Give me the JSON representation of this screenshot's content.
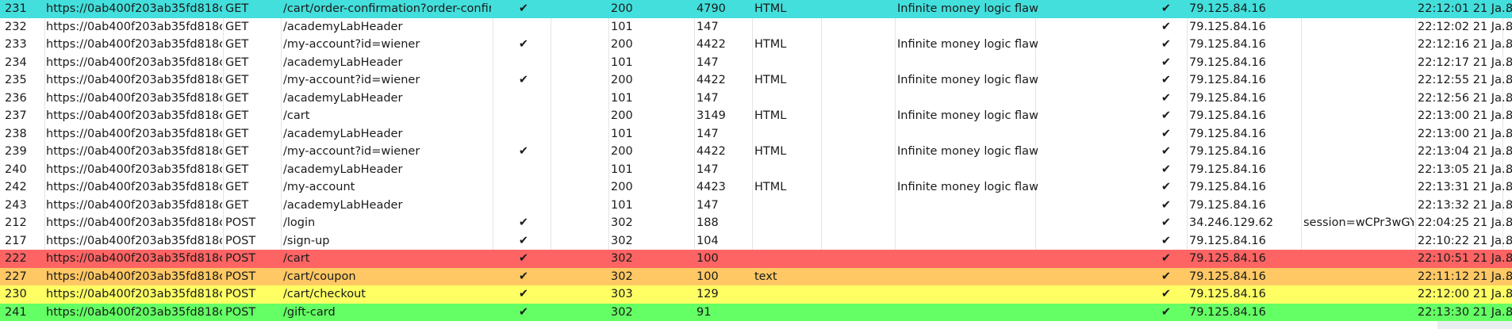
{
  "colors": {
    "highlight_cyan": "#43dfdc",
    "highlight_red": "#fe6464",
    "highlight_orange": "#ffc864",
    "highlight_yellow": "#ffff64",
    "highlight_green": "#64ff64"
  },
  "check_icon": "checkmark-icon",
  "rows": [
    {
      "num": "231",
      "host": "https://0ab400f203ab35fd818cb...",
      "method": "GET",
      "url": "/cart/order-confirmation?order-confir...",
      "params": "✔",
      "status": "200",
      "length": "4790",
      "mime": "HTML",
      "title": "Infinite money logic flaw",
      "tls": "✔",
      "ip": "79.125.84.16",
      "cookies": "",
      "time": "22:12:01 21 Ja...",
      "port": "8",
      "highlight": "#43dfdc"
    },
    {
      "num": "232",
      "host": "https://0ab400f203ab35fd818cb...",
      "method": "GET",
      "url": "/academyLabHeader",
      "params": "",
      "status": "101",
      "length": "147",
      "mime": "",
      "title": "",
      "tls": "✔",
      "ip": "79.125.84.16",
      "cookies": "",
      "time": "22:12:02 21 Ja...",
      "port": "8",
      "highlight": ""
    },
    {
      "num": "233",
      "host": "https://0ab400f203ab35fd818cb...",
      "method": "GET",
      "url": "/my-account?id=wiener",
      "params": "✔",
      "status": "200",
      "length": "4422",
      "mime": "HTML",
      "title": "Infinite money logic flaw",
      "tls": "✔",
      "ip": "79.125.84.16",
      "cookies": "",
      "time": "22:12:16 21 Ja...",
      "port": "8",
      "highlight": ""
    },
    {
      "num": "234",
      "host": "https://0ab400f203ab35fd818cb...",
      "method": "GET",
      "url": "/academyLabHeader",
      "params": "",
      "status": "101",
      "length": "147",
      "mime": "",
      "title": "",
      "tls": "✔",
      "ip": "79.125.84.16",
      "cookies": "",
      "time": "22:12:17 21 Ja...",
      "port": "8",
      "highlight": ""
    },
    {
      "num": "235",
      "host": "https://0ab400f203ab35fd818cb...",
      "method": "GET",
      "url": "/my-account?id=wiener",
      "params": "✔",
      "status": "200",
      "length": "4422",
      "mime": "HTML",
      "title": "Infinite money logic flaw",
      "tls": "✔",
      "ip": "79.125.84.16",
      "cookies": "",
      "time": "22:12:55 21 Ja...",
      "port": "8",
      "highlight": ""
    },
    {
      "num": "236",
      "host": "https://0ab400f203ab35fd818cb...",
      "method": "GET",
      "url": "/academyLabHeader",
      "params": "",
      "status": "101",
      "length": "147",
      "mime": "",
      "title": "",
      "tls": "✔",
      "ip": "79.125.84.16",
      "cookies": "",
      "time": "22:12:56 21 Ja...",
      "port": "8",
      "highlight": ""
    },
    {
      "num": "237",
      "host": "https://0ab400f203ab35fd818cb...",
      "method": "GET",
      "url": "/cart",
      "params": "",
      "status": "200",
      "length": "3149",
      "mime": "HTML",
      "title": "Infinite money logic flaw",
      "tls": "✔",
      "ip": "79.125.84.16",
      "cookies": "",
      "time": "22:13:00 21 Ja...",
      "port": "8",
      "highlight": ""
    },
    {
      "num": "238",
      "host": "https://0ab400f203ab35fd818cb...",
      "method": "GET",
      "url": "/academyLabHeader",
      "params": "",
      "status": "101",
      "length": "147",
      "mime": "",
      "title": "",
      "tls": "✔",
      "ip": "79.125.84.16",
      "cookies": "",
      "time": "22:13:00 21 Ja...",
      "port": "8",
      "highlight": ""
    },
    {
      "num": "239",
      "host": "https://0ab400f203ab35fd818cb...",
      "method": "GET",
      "url": "/my-account?id=wiener",
      "params": "✔",
      "status": "200",
      "length": "4422",
      "mime": "HTML",
      "title": "Infinite money logic flaw",
      "tls": "✔",
      "ip": "79.125.84.16",
      "cookies": "",
      "time": "22:13:04 21 Ja...",
      "port": "8",
      "highlight": ""
    },
    {
      "num": "240",
      "host": "https://0ab400f203ab35fd818cb...",
      "method": "GET",
      "url": "/academyLabHeader",
      "params": "",
      "status": "101",
      "length": "147",
      "mime": "",
      "title": "",
      "tls": "✔",
      "ip": "79.125.84.16",
      "cookies": "",
      "time": "22:13:05 21 Ja...",
      "port": "8",
      "highlight": ""
    },
    {
      "num": "242",
      "host": "https://0ab400f203ab35fd818cb...",
      "method": "GET",
      "url": "/my-account",
      "params": "",
      "status": "200",
      "length": "4423",
      "mime": "HTML",
      "title": "Infinite money logic flaw",
      "tls": "✔",
      "ip": "79.125.84.16",
      "cookies": "",
      "time": "22:13:31 21 Ja...",
      "port": "8",
      "highlight": ""
    },
    {
      "num": "243",
      "host": "https://0ab400f203ab35fd818cb...",
      "method": "GET",
      "url": "/academyLabHeader",
      "params": "",
      "status": "101",
      "length": "147",
      "mime": "",
      "title": "",
      "tls": "✔",
      "ip": "79.125.84.16",
      "cookies": "",
      "time": "22:13:32 21 Ja...",
      "port": "8",
      "highlight": ""
    },
    {
      "num": "212",
      "host": "https://0ab400f203ab35fd818cb...",
      "method": "POST",
      "url": "/login",
      "params": "✔",
      "status": "302",
      "length": "188",
      "mime": "",
      "title": "",
      "tls": "✔",
      "ip": "34.246.129.62",
      "cookies": "session=wCPr3wGY...",
      "time": "22:04:25 21 Ja...",
      "port": "8",
      "highlight": ""
    },
    {
      "num": "217",
      "host": "https://0ab400f203ab35fd818cb...",
      "method": "POST",
      "url": "/sign-up",
      "params": "✔",
      "status": "302",
      "length": "104",
      "mime": "",
      "title": "",
      "tls": "✔",
      "ip": "79.125.84.16",
      "cookies": "",
      "time": "22:10:22 21 Ja...",
      "port": "8",
      "highlight": ""
    },
    {
      "num": "222",
      "host": "https://0ab400f203ab35fd818cb...",
      "method": "POST",
      "url": "/cart",
      "params": "✔",
      "status": "302",
      "length": "100",
      "mime": "",
      "title": "",
      "tls": "✔",
      "ip": "79.125.84.16",
      "cookies": "",
      "time": "22:10:51 21 Ja...",
      "port": "8",
      "highlight": "#fe6464"
    },
    {
      "num": "227",
      "host": "https://0ab400f203ab35fd818cb...",
      "method": "POST",
      "url": "/cart/coupon",
      "params": "✔",
      "status": "302",
      "length": "100",
      "mime": "text",
      "title": "",
      "tls": "✔",
      "ip": "79.125.84.16",
      "cookies": "",
      "time": "22:11:12 21 Ja...",
      "port": "8",
      "highlight": "#ffc864"
    },
    {
      "num": "230",
      "host": "https://0ab400f203ab35fd818cb...",
      "method": "POST",
      "url": "/cart/checkout",
      "params": "✔",
      "status": "303",
      "length": "129",
      "mime": "",
      "title": "",
      "tls": "✔",
      "ip": "79.125.84.16",
      "cookies": "",
      "time": "22:12:00 21 Ja...",
      "port": "8",
      "highlight": "#ffff64"
    },
    {
      "num": "241",
      "host": "https://0ab400f203ab35fd818cb...",
      "method": "POST",
      "url": "/gift-card",
      "params": "✔",
      "status": "302",
      "length": "91",
      "mime": "",
      "title": "",
      "tls": "✔",
      "ip": "79.125.84.16",
      "cookies": "",
      "time": "22:13:30 21 Ja...",
      "port": "8",
      "highlight": "#64ff64"
    }
  ]
}
